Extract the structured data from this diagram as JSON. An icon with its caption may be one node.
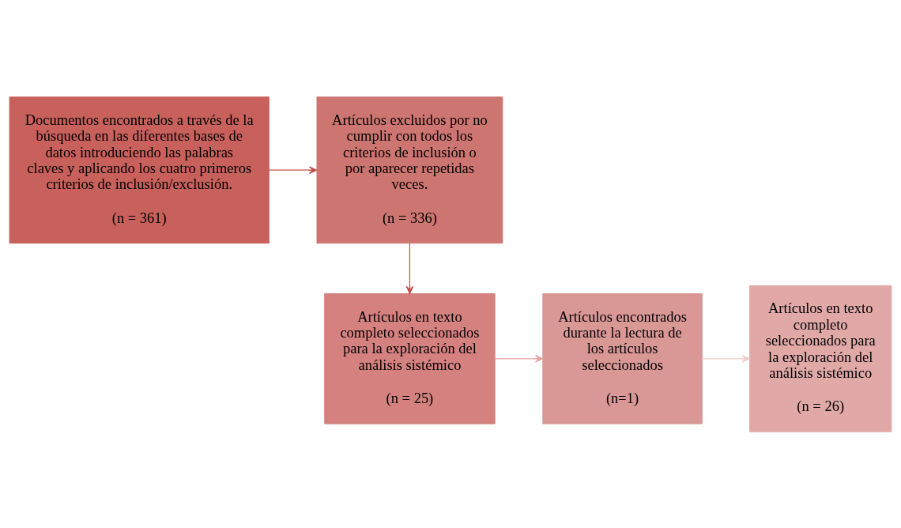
{
  "diagram": {
    "nodes": [
      {
        "text": [
          "Documentos encontrados a través de la búsqueda en las diferentes bases de datos introduciendo las palabras claves y aplicando los cuatro primeros criterios de inclusión/exclusión.",
          "(n = 361)"
        ]
      },
      {
        "text": [
          "Artículos excluidos por no cumplir con todos los criterios de inclusión o por aparecer repetidas veces.",
          "(n = 336)"
        ]
      },
      {
        "text": [
          "Artículos en texto completo seleccionados para la exploración del análisis sistémico",
          "(n = 25)"
        ]
      },
      {
        "text": [
          "Artículos encontrados durante la lectura de los artículos seleccionados",
          "(n=1)"
        ]
      },
      {
        "text": [
          "Artículos en texto completo seleccionados para la exploración del análisis sistémico",
          "(n = 26)"
        ]
      }
    ],
    "edges": [
      {
        "from": 0,
        "to": 1,
        "arrow": "to"
      },
      {
        "from": 1,
        "to": 2,
        "arrow": "to"
      },
      {
        "from": 2,
        "to": 3,
        "arrow": "to",
        "color": "#e3a3a1"
      },
      {
        "from": 3,
        "to": 4,
        "arrow": "to",
        "color": "#f0cac8"
      }
    ]
  }
}
